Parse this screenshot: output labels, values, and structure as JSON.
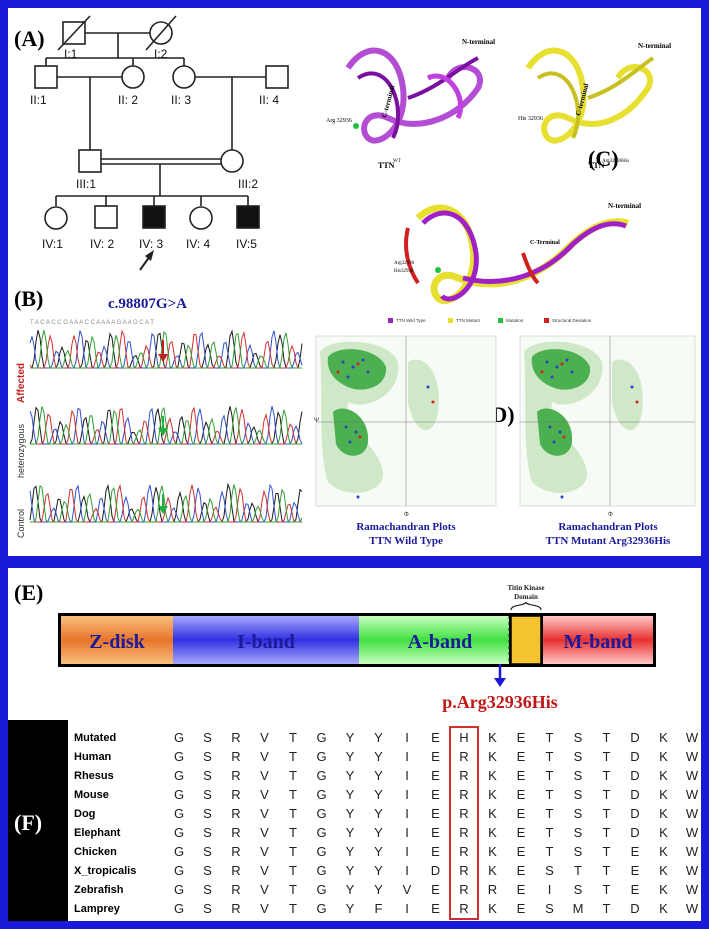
{
  "labels": {
    "a": "(A)",
    "b": "(B)",
    "c": "(C)",
    "d": "(D)",
    "e": "(E)",
    "f": "(F)"
  },
  "pedigree": {
    "individuals": [
      "I:1",
      "I:2",
      "II:1",
      "II: 2",
      "II: 3",
      "II: 4",
      "III:1",
      "III:2",
      "IV:1",
      "IV: 2",
      "IV: 3",
      "IV: 4",
      "IV:5"
    ]
  },
  "sequencing": {
    "mutation": "c.98807G>A",
    "seq_text": "T A C A C C G A A A C C A A A A G A A G C A T",
    "tracks": [
      "Affected",
      "heterozygous",
      "Control"
    ]
  },
  "structure": {
    "wt_label": "TTN",
    "wt_sup": "WT",
    "mut_label": "TTN",
    "mut_sup": "Arg32936His",
    "arg": "Arg 32936",
    "his": "His 32936",
    "nterm": "N-terminal",
    "cterm": "C-terminal",
    "cterm2": "C-Terminal",
    "arg2": "Arg32936",
    "his2": "His32936",
    "legend": [
      "TTN Wild Type",
      "TTN Mutant",
      "Mutation",
      "Structural Deviation"
    ],
    "legend_colors": [
      "#a020c8",
      "#e8e030",
      "#20c040",
      "#d02020"
    ]
  },
  "rama": {
    "wt_title1": "Ramachandran Plots",
    "wt_title2": "TTN Wild Type",
    "mut_title1": "Ramachandran Plots",
    "mut_title2": "TTN Mutant Arg32936His",
    "psi": "Ψ",
    "phi": "Φ"
  },
  "bands": {
    "zdisk": "Z-disk",
    "iband": "I-band",
    "aband": "A-band",
    "mband": "M-band",
    "kinase1": "Titin Kinase",
    "kinase2": "Domain",
    "variant": "p.Arg32936His"
  },
  "alignment": {
    "species": [
      "Mutated",
      "Human",
      "Rhesus",
      "Mouse",
      "Dog",
      "Elephant",
      "Chicken",
      "X_tropicalis",
      "Zebrafish",
      "Lamprey"
    ],
    "rows": [
      "GSRVTGYYIEHKETSTDKWV",
      "GSRVTGYYIERKETSTDKWV",
      "GSRVTGYYIERKETSTDKWV",
      "GSRVTGYYIERKETSTDKWV",
      "GSRVTGYYIERKETSTDKWV",
      "GSRVTGYYIERKETSTDKWV",
      "GSRVTGYYIERKETSTEKWV",
      "GSRVTGYYIDRKESTTEKWV",
      "GSRVTGYYVERREISTEKWV",
      "GSRVTGYFIERKESMTDKWV"
    ]
  }
}
